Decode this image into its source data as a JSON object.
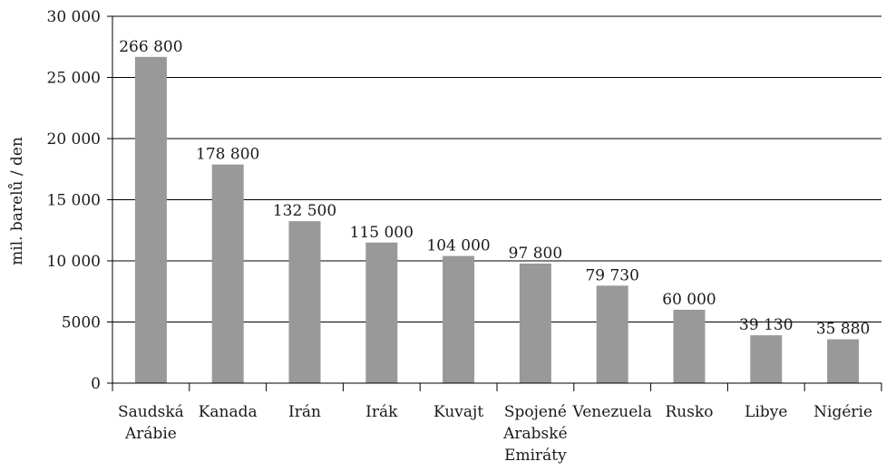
{
  "chart_data": {
    "type": "bar",
    "title": "",
    "xlabel": "",
    "ylabel": "mil. barelů / den",
    "ylim": [
      0,
      30000
    ],
    "yticks": [
      0,
      5000,
      10000,
      15000,
      20000,
      25000,
      30000
    ],
    "ytick_labels": [
      "0",
      "5000",
      "10 000",
      "15 000",
      "20 000",
      "25 000",
      "30 000"
    ],
    "grid": true,
    "bar_color": "#999999",
    "categories": [
      [
        "Saudská",
        "Arábie"
      ],
      [
        "Kanada"
      ],
      [
        "Irán"
      ],
      [
        "Irák"
      ],
      [
        "Kuvajt"
      ],
      [
        "Spojené",
        "Arabské",
        "Emiráty"
      ],
      [
        "Venezuela"
      ],
      [
        "Rusko"
      ],
      [
        "Libye"
      ],
      [
        "Nigérie"
      ]
    ],
    "values": [
      26680,
      17880,
      13250,
      11500,
      10400,
      9780,
      7973,
      6000,
      3913,
      3588
    ],
    "data_labels": [
      "266 800",
      "178 800",
      "132 500",
      "115 000",
      "104 000",
      "97 800",
      "79 730",
      "60 000",
      "39 130",
      "35 880"
    ]
  }
}
